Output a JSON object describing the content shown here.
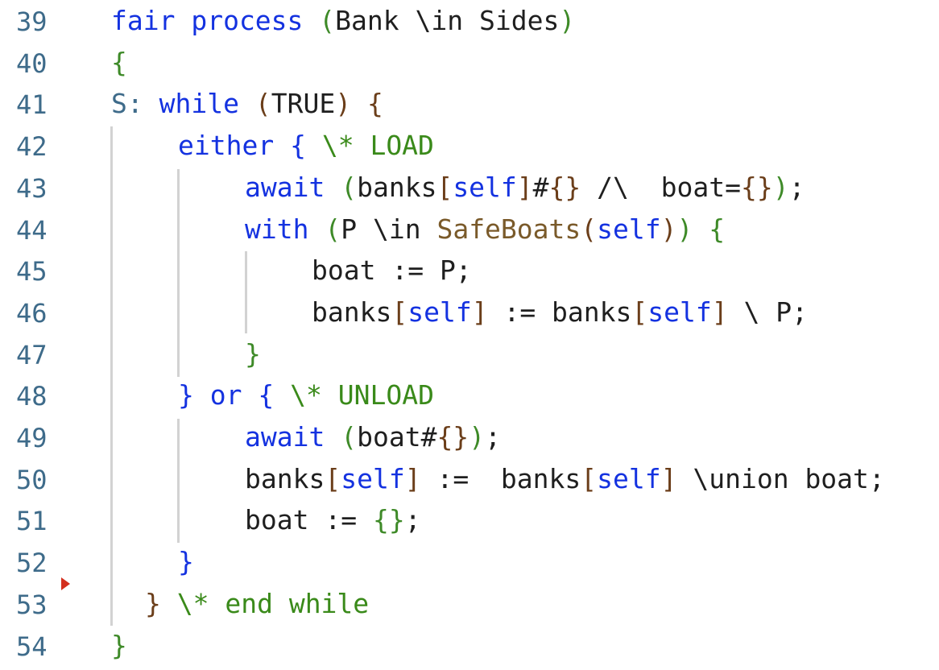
{
  "editor": {
    "colors": {
      "keyword": "#1432e0",
      "comment": "#3a8a1a",
      "bracket_green": "#3e8a28",
      "bracket_brown": "#6b3e1a",
      "function": "#7a5a2a",
      "label": "#3e6b8a",
      "text": "#1f1f1f",
      "line_number": "#3e6b8a",
      "gutter_marker": "#d32f1e"
    },
    "lines": [
      {
        "number": "39",
        "indent": 0,
        "tokens": [
          {
            "t": "fair process",
            "k": "keyword"
          },
          {
            "t": " ",
            "k": "text"
          },
          {
            "t": "(",
            "k": "bracket_green"
          },
          {
            "t": "Bank \\in Sides",
            "k": "text"
          },
          {
            "t": ")",
            "k": "bracket_green"
          }
        ]
      },
      {
        "number": "40",
        "indent": 0,
        "tokens": [
          {
            "t": "{",
            "k": "bracket_green"
          }
        ]
      },
      {
        "number": "41",
        "indent": 0,
        "tokens": [
          {
            "t": "S:",
            "k": "label"
          },
          {
            "t": " ",
            "k": "text"
          },
          {
            "t": "while",
            "k": "keyword"
          },
          {
            "t": " ",
            "k": "text"
          },
          {
            "t": "(",
            "k": "bracket_brown"
          },
          {
            "t": "TRUE",
            "k": "text"
          },
          {
            "t": ")",
            "k": "bracket_brown"
          },
          {
            "t": " ",
            "k": "text"
          },
          {
            "t": "{",
            "k": "bracket_brown"
          }
        ]
      },
      {
        "number": "42",
        "indent": 1,
        "tokens": [
          {
            "t": "either",
            "k": "keyword"
          },
          {
            "t": " ",
            "k": "text"
          },
          {
            "t": "{",
            "k": "keyword"
          },
          {
            "t": " ",
            "k": "text"
          },
          {
            "t": "\\* LOAD",
            "k": "comment"
          }
        ]
      },
      {
        "number": "43",
        "indent": 2,
        "tokens": [
          {
            "t": "await",
            "k": "keyword"
          },
          {
            "t": " ",
            "k": "text"
          },
          {
            "t": "(",
            "k": "bracket_green"
          },
          {
            "t": "banks",
            "k": "text"
          },
          {
            "t": "[",
            "k": "bracket_brown"
          },
          {
            "t": "self",
            "k": "keyword"
          },
          {
            "t": "]",
            "k": "bracket_brown"
          },
          {
            "t": "#",
            "k": "text"
          },
          {
            "t": "{}",
            "k": "bracket_brown"
          },
          {
            "t": " /\\  boat=",
            "k": "text"
          },
          {
            "t": "{}",
            "k": "bracket_brown"
          },
          {
            "t": ")",
            "k": "bracket_green"
          },
          {
            "t": ";",
            "k": "text"
          }
        ]
      },
      {
        "number": "44",
        "indent": 2,
        "tokens": [
          {
            "t": "with",
            "k": "keyword"
          },
          {
            "t": " ",
            "k": "text"
          },
          {
            "t": "(",
            "k": "bracket_green"
          },
          {
            "t": "P \\in ",
            "k": "text"
          },
          {
            "t": "SafeBoats",
            "k": "function"
          },
          {
            "t": "(",
            "k": "bracket_brown"
          },
          {
            "t": "self",
            "k": "keyword"
          },
          {
            "t": ")",
            "k": "bracket_brown"
          },
          {
            "t": ")",
            "k": "bracket_green"
          },
          {
            "t": " ",
            "k": "text"
          },
          {
            "t": "{",
            "k": "bracket_green"
          }
        ]
      },
      {
        "number": "45",
        "indent": 3,
        "tokens": [
          {
            "t": "boat := P;",
            "k": "text"
          }
        ]
      },
      {
        "number": "46",
        "indent": 3,
        "tokens": [
          {
            "t": "banks",
            "k": "text"
          },
          {
            "t": "[",
            "k": "bracket_brown"
          },
          {
            "t": "self",
            "k": "keyword"
          },
          {
            "t": "]",
            "k": "bracket_brown"
          },
          {
            "t": " := banks",
            "k": "text"
          },
          {
            "t": "[",
            "k": "bracket_brown"
          },
          {
            "t": "self",
            "k": "keyword"
          },
          {
            "t": "]",
            "k": "bracket_brown"
          },
          {
            "t": " \\ P;",
            "k": "text"
          }
        ]
      },
      {
        "number": "47",
        "indent": 2,
        "tokens": [
          {
            "t": "}",
            "k": "bracket_green"
          }
        ]
      },
      {
        "number": "48",
        "indent": 1,
        "tokens": [
          {
            "t": "}",
            "k": "keyword"
          },
          {
            "t": " ",
            "k": "text"
          },
          {
            "t": "or",
            "k": "keyword"
          },
          {
            "t": " ",
            "k": "text"
          },
          {
            "t": "{",
            "k": "keyword"
          },
          {
            "t": " ",
            "k": "text"
          },
          {
            "t": "\\* UNLOAD",
            "k": "comment"
          }
        ]
      },
      {
        "number": "49",
        "indent": 2,
        "tokens": [
          {
            "t": "await",
            "k": "keyword"
          },
          {
            "t": " ",
            "k": "text"
          },
          {
            "t": "(",
            "k": "bracket_green"
          },
          {
            "t": "boat#",
            "k": "text"
          },
          {
            "t": "{}",
            "k": "bracket_brown"
          },
          {
            "t": ")",
            "k": "bracket_green"
          },
          {
            "t": ";",
            "k": "text"
          }
        ]
      },
      {
        "number": "50",
        "indent": 2,
        "tokens": [
          {
            "t": "banks",
            "k": "text"
          },
          {
            "t": "[",
            "k": "bracket_brown"
          },
          {
            "t": "self",
            "k": "keyword"
          },
          {
            "t": "]",
            "k": "bracket_brown"
          },
          {
            "t": " :=  banks",
            "k": "text"
          },
          {
            "t": "[",
            "k": "bracket_brown"
          },
          {
            "t": "self",
            "k": "keyword"
          },
          {
            "t": "]",
            "k": "bracket_brown"
          },
          {
            "t": " \\union boat;",
            "k": "text"
          }
        ]
      },
      {
        "number": "51",
        "indent": 2,
        "tokens": [
          {
            "t": "boat := ",
            "k": "text"
          },
          {
            "t": "{}",
            "k": "bracket_green"
          },
          {
            "t": ";",
            "k": "text"
          }
        ]
      },
      {
        "number": "52",
        "indent": 1,
        "tokens": [
          {
            "t": "}",
            "k": "keyword"
          }
        ]
      },
      {
        "number": "53",
        "indent": 0,
        "offset": "half",
        "tokens": [
          {
            "t": "}",
            "k": "bracket_brown"
          },
          {
            "t": " ",
            "k": "text"
          },
          {
            "t": "\\* end while",
            "k": "comment"
          }
        ]
      },
      {
        "number": "54",
        "indent": 0,
        "tokens": [
          {
            "t": "}",
            "k": "bracket_green"
          }
        ]
      }
    ]
  }
}
